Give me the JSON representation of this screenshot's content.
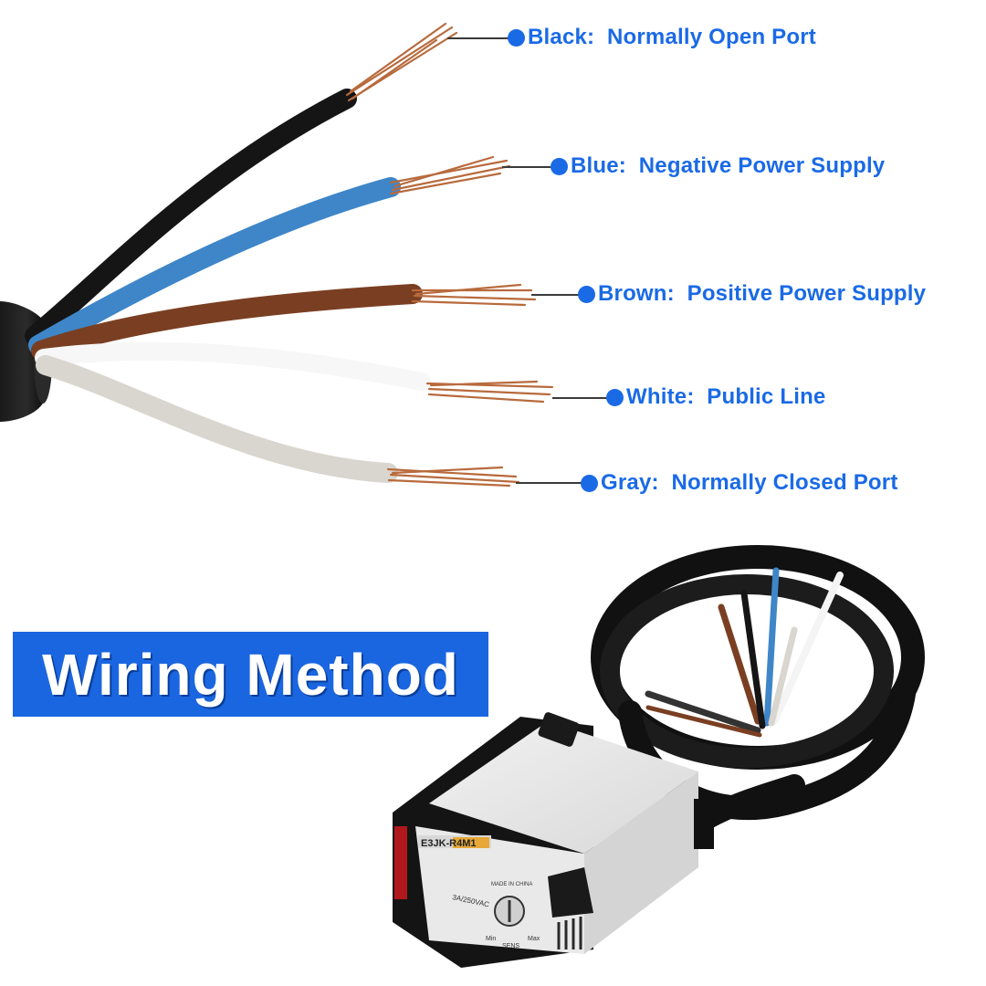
{
  "title": "Wiring Method",
  "callouts": [
    {
      "color_name": "Black:",
      "function": "Normally Open Port",
      "wire_color": "#151515"
    },
    {
      "color_name": "Blue:",
      "function": "Negative Power Supply",
      "wire_color": "#3e86c8"
    },
    {
      "color_name": "Brown:",
      "function": "Positive Power Supply",
      "wire_color": "#7a3f22"
    },
    {
      "color_name": "White:",
      "function": "Public Line",
      "wire_color": "#f4f4f4"
    },
    {
      "color_name": "Gray:",
      "function": "Normally Closed Port",
      "wire_color": "#d9d6cf"
    }
  ],
  "sensor": {
    "model": "E3JK-R4M1",
    "rating": "3A/250VAC",
    "sens_label": "SENS",
    "min_label": "Min",
    "max_label": "Max",
    "origin": "MADE IN CHINA"
  },
  "colors": {
    "accent": "#1a6ae6",
    "banner": "#1a66e0",
    "copper": "#b86a3c"
  }
}
